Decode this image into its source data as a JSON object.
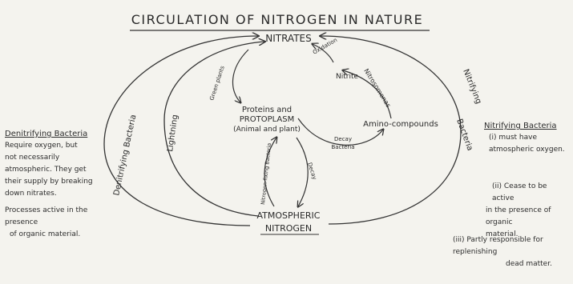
{
  "title": "CIRCULATION OF NITROGEN IN NATURE",
  "nodes": {
    "nitrates": "NITRATES",
    "proteins_1": "Proteins and",
    "proteins_2": "PROTOPLASM",
    "proteins_3": "(Animal and plant)",
    "amino": "Amino-compounds",
    "atmospheric_1": "ATMOSPHERIC",
    "atmospheric_2": "NITROGEN"
  },
  "arrows": {
    "denitrifying": "Denitrifying Bacteria",
    "lightning": "Lightning",
    "green_plants": "Green plants",
    "oxidation": "Oxidation",
    "nitrite": "Nitrite",
    "nitrosomonas": "Nitrosomonas",
    "decay_bacteria_1": "Decay",
    "decay_bacteria_2": "Bacteria",
    "decay": "Decay",
    "nitrogen_fixing": "Nitrogen-fixing Bacteria",
    "nitrifying": "Nitrifying",
    "bacteria_right": "Bacteria"
  },
  "left_notes": {
    "heading": "Denitrifying Bacteria",
    "line1": "Require oxygen, but",
    "line2": "not necessarily",
    "line3": "atmospheric. They get",
    "line4": "their supply by breaking",
    "line5": "down nitrates.",
    "line6": "Processes active in the presence",
    "line7": "of organic material."
  },
  "right_notes": {
    "heading": "Nitrifying Bacteria",
    "line1": "(i) must have",
    "line2": "atmospheric oxygen.",
    "item_i_1": "(ii) Cease to be active",
    "item_i_2": "in the presence of organic",
    "item_i_3": "material.",
    "item_ii_1": "(iii) Partly responsible for replenishing",
    "item_ii_2": "dead matter."
  }
}
